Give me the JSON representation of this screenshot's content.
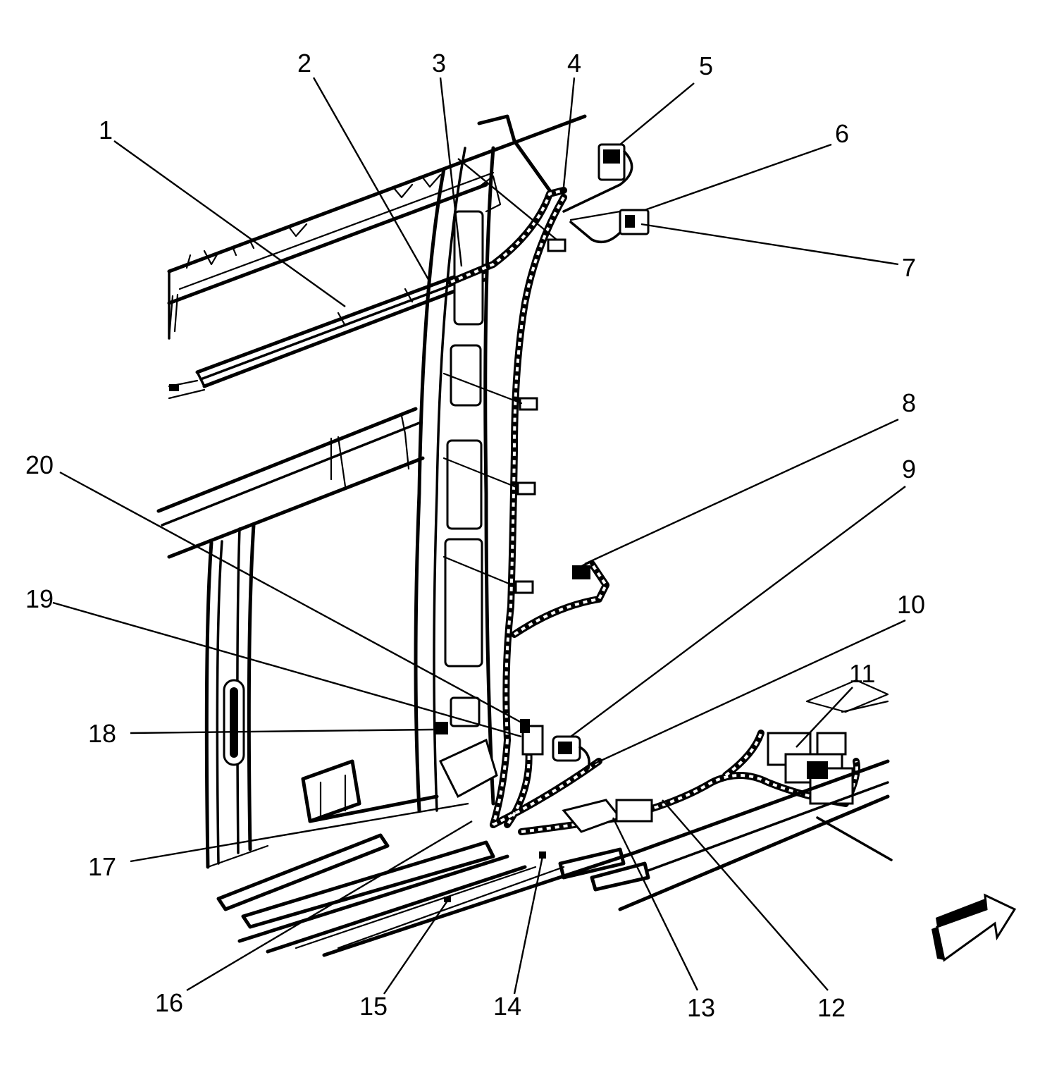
{
  "callouts": [
    {
      "id": "1",
      "label": "1"
    },
    {
      "id": "2",
      "label": "2"
    },
    {
      "id": "3",
      "label": "3"
    },
    {
      "id": "4",
      "label": "4"
    },
    {
      "id": "5",
      "label": "5"
    },
    {
      "id": "6",
      "label": "6"
    },
    {
      "id": "7",
      "label": "7"
    },
    {
      "id": "8",
      "label": "8"
    },
    {
      "id": "9",
      "label": "9"
    },
    {
      "id": "10",
      "label": "10"
    },
    {
      "id": "11",
      "label": "11"
    },
    {
      "id": "12",
      "label": "12"
    },
    {
      "id": "13",
      "label": "13"
    },
    {
      "id": "14",
      "label": "14"
    },
    {
      "id": "15",
      "label": "15"
    },
    {
      "id": "16",
      "label": "16"
    },
    {
      "id": "17",
      "label": "17"
    },
    {
      "id": "18",
      "label": "18"
    },
    {
      "id": "19",
      "label": "19"
    },
    {
      "id": "20",
      "label": "20"
    }
  ],
  "icons": {
    "direction_arrow": "arrow-right-icon"
  },
  "colors": {
    "line": "#000000",
    "background": "#ffffff"
  }
}
